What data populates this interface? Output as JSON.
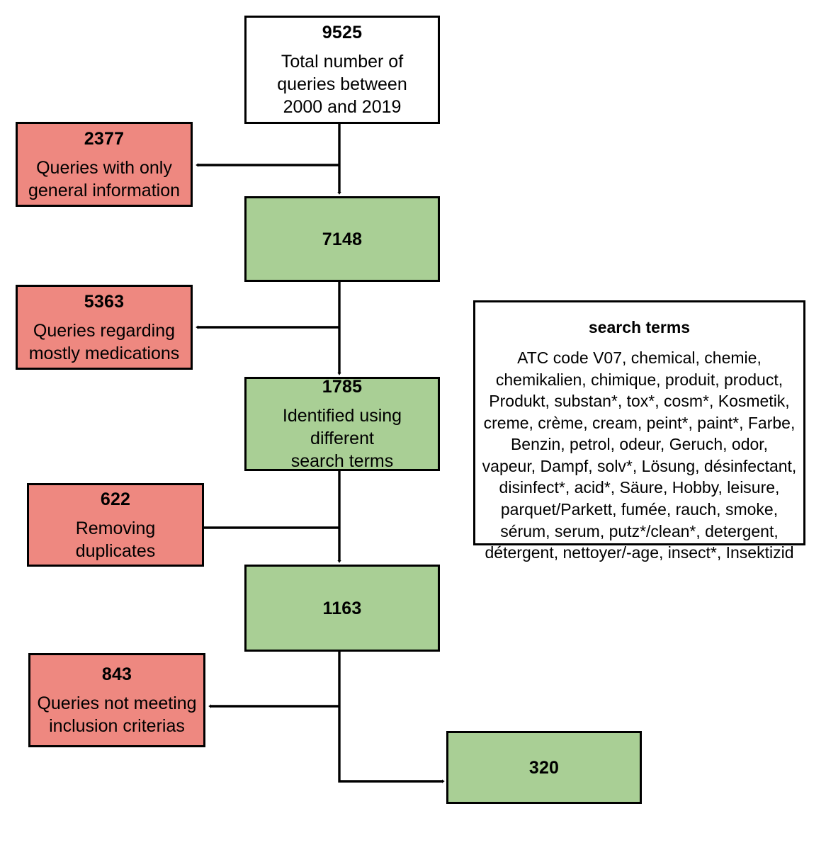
{
  "diagram": {
    "title": "Query selection flow diagram",
    "colors": {
      "included_fill": "#a9cf95",
      "excluded_fill": "#ee8880",
      "start_fill": "#ffffff",
      "stroke": "#000000"
    },
    "nodes": {
      "total": {
        "count": "9525",
        "description": "Total number of\nqueries between\n2000 and 2019",
        "line1": "Total number of",
        "line2": "queries between",
        "line3": "2000 and 2019"
      },
      "step1": {
        "count": "7148",
        "description": ""
      },
      "step2": {
        "count": "1785",
        "line1": "Identified using",
        "line2": "different",
        "line3": "search terms"
      },
      "step3": {
        "count": "1163",
        "description": ""
      },
      "final": {
        "count": "320",
        "description": ""
      }
    },
    "exclusions": [
      {
        "count": "2377",
        "line1": "Queries with only",
        "line2": "general information"
      },
      {
        "count": "5363",
        "line1": "Queries regarding",
        "line2": "mostly medications"
      },
      {
        "count": "622",
        "line1": "Removing",
        "line2": "duplicates"
      },
      {
        "count": "843",
        "line1": "Queries not meeting",
        "line2": "inclusion criterias"
      }
    ],
    "search_terms": {
      "title": "search terms",
      "lines": [
        "ATC code V07, chemical, chemie,",
        "chemikalien, chimique, produit, product,",
        "Produkt, substan*, tox*, cosm*, Kosmetik,",
        "creme, crème, cream, peint*, paint*, Farbe,",
        "Benzin, petrol, odeur, Geruch, odor,",
        "vapeur, Dampf, solv*, Lösung, désinfectant,",
        "disinfect*, acid*, Säure, Hobby, leisure,",
        "parquet/Parkett, fumée, rauch, smoke,",
        "sérum, serum, putz*/clean*, detergent,",
        "détergent, nettoyer/-age, insect*, Insektizid"
      ]
    }
  }
}
